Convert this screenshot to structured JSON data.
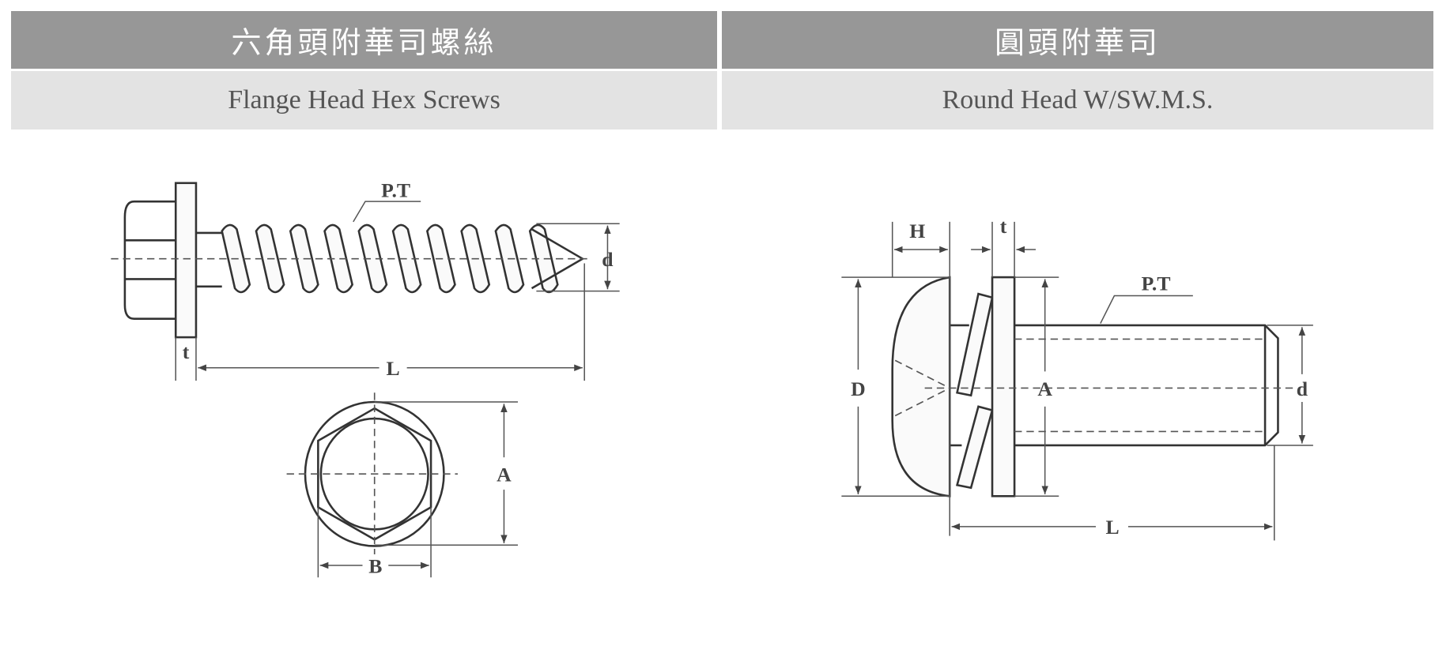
{
  "table": {
    "columns": [
      {
        "title_zh": "六角頭附華司螺絲",
        "title_en": "Flange Head Hex Screws"
      },
      {
        "title_zh": "圓頭附華司",
        "title_en": "Round Head W/SW.M.S."
      }
    ]
  },
  "diagrams": {
    "flange_hex": {
      "pt": "P.T",
      "d": "d",
      "t": "t",
      "L": "L",
      "A": "A",
      "B": "B"
    },
    "round_head": {
      "H": "H",
      "t": "t",
      "pt": "P.T",
      "D": "D",
      "A": "A",
      "d": "d",
      "L": "L"
    }
  }
}
